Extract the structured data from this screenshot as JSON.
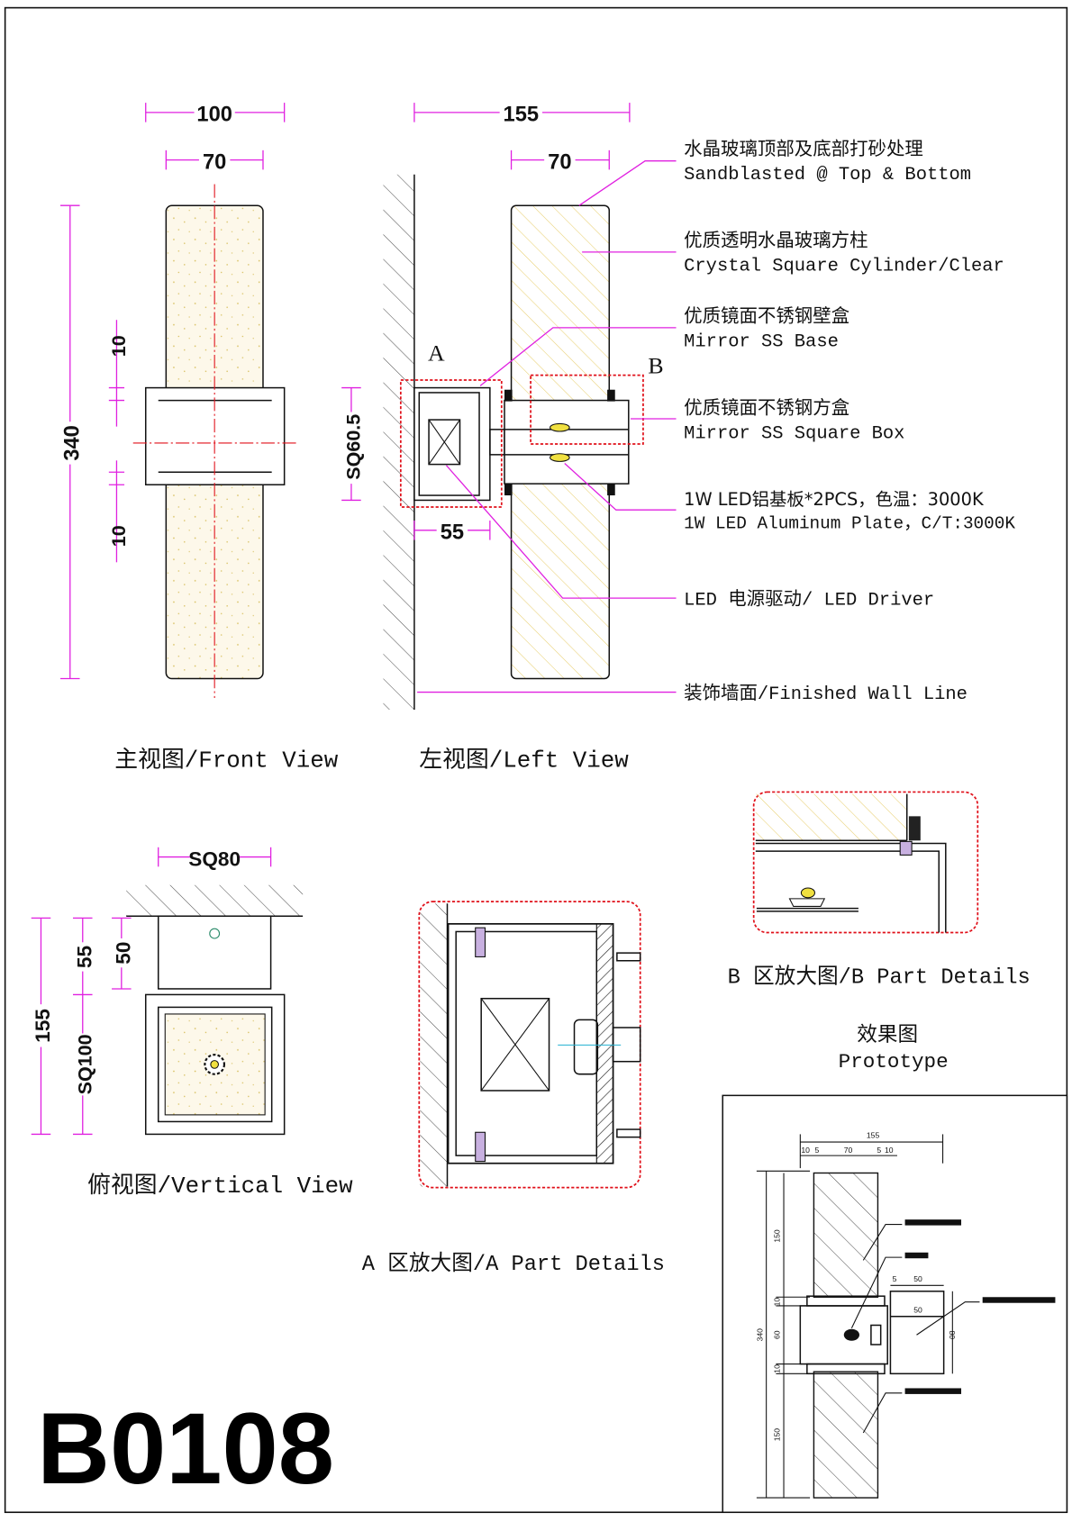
{
  "model_code": "B0108",
  "front_view": {
    "title": "主视图/Front View",
    "dims": {
      "width_outer": "100",
      "width_inner": "70",
      "height": "340",
      "gap_top": "10",
      "gap_bottom": "10"
    }
  },
  "left_view": {
    "title": "左视图/Left View",
    "dims": {
      "depth": "155",
      "width": "70",
      "base_square": "SQ60.5",
      "base_depth": "55"
    },
    "markers": {
      "a": "A",
      "b": "B"
    }
  },
  "callouts": [
    {
      "cn": "水晶玻璃顶部及底部打砂处理",
      "en": "Sandblasted @ Top & Bottom"
    },
    {
      "cn": "优质透明水晶玻璃方柱",
      "en": "Crystal Square Cylinder/Clear"
    },
    {
      "cn": "优质镜面不锈钢壁盒",
      "en": "Mirror SS Base"
    },
    {
      "cn": "优质镜面不锈钢方盒",
      "en": "Mirror SS Square Box"
    },
    {
      "cn": "1W LED铝基板*2PCS，色温：3000K",
      "en": "1W LED Aluminum Plate，C/T:3000K"
    },
    {
      "cn": "",
      "en": "LED 电源驱动/ LED Driver"
    },
    {
      "cn": "",
      "en": "装饰墙面/Finished Wall Line"
    }
  ],
  "vertical_view": {
    "title": "俯视图/Vertical View",
    "dims": {
      "box": "SQ80",
      "total": "155",
      "d55": "55",
      "d50": "50",
      "square": "SQ100"
    }
  },
  "a_detail": {
    "title": "A 区放大图/A Part Details"
  },
  "b_detail": {
    "title": "B 区放大图/B Part Details"
  },
  "prototype": {
    "title_cn": "效果图",
    "title_en": "Prototype",
    "dims": {
      "total_w": "155",
      "d10a": "10",
      "d5a": "5",
      "d70": "70",
      "d5b": "5",
      "d10b": "10",
      "h150a": "150",
      "h10a": "10",
      "h60": "60",
      "h10b": "10",
      "h150b": "150",
      "h340": "340",
      "box5": "5",
      "box50a": "50",
      "box50b": "50",
      "box80": "80"
    }
  },
  "colors": {
    "dimension": "#e020e0",
    "cloud": "#e0101a",
    "glass": "#f0e0a0"
  }
}
